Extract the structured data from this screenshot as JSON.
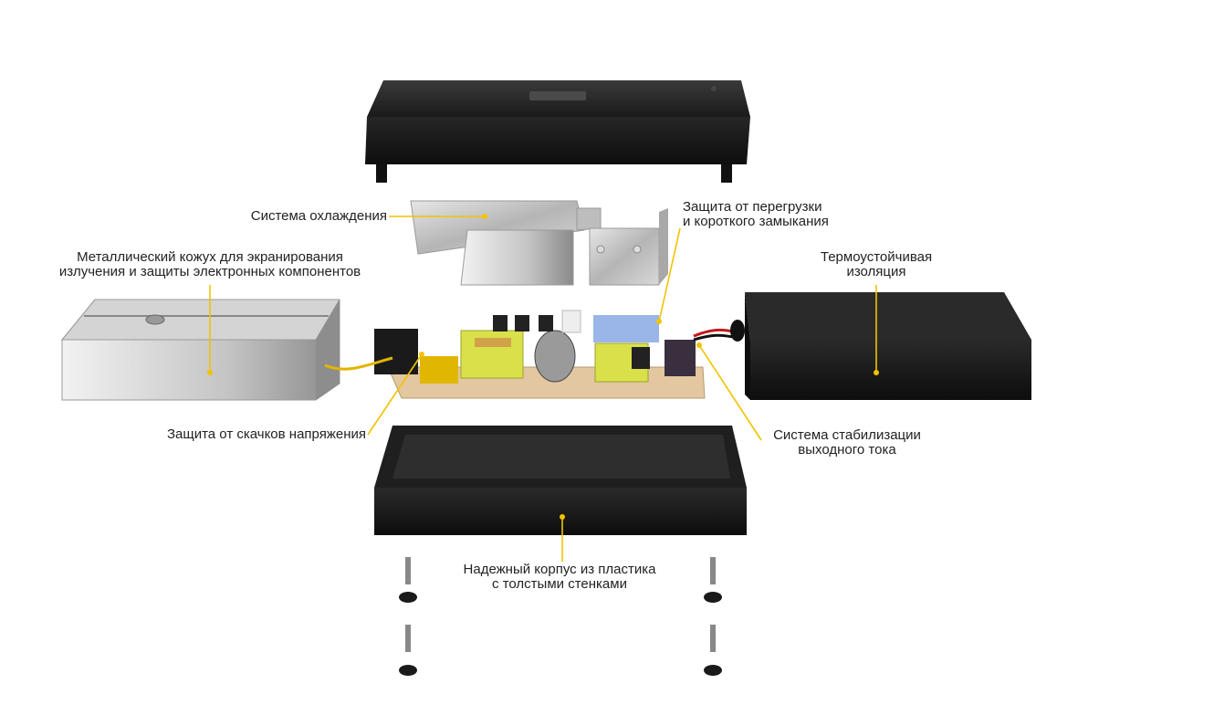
{
  "colors": {
    "accent": "#f2c300",
    "housing": "#1c1c1c",
    "metal": "#c9c9c9",
    "text": "#222222"
  },
  "labels": {
    "cooling": [
      "Система охлаждения"
    ],
    "overload": [
      "Защита от перегрузки",
      "и короткого замыкания"
    ],
    "shield": [
      "Металлический кожух для экранирования",
      "излучения и защиты электронных компонентов"
    ],
    "insulation": [
      "Термоустойчивая",
      "изоляция"
    ],
    "surge": [
      "Защита от скачков напряжения"
    ],
    "stabilization": [
      "Система стабилизации",
      "выходного тока"
    ],
    "case": [
      "Надежный корпус из пластика",
      "с толстыми стенками"
    ]
  }
}
